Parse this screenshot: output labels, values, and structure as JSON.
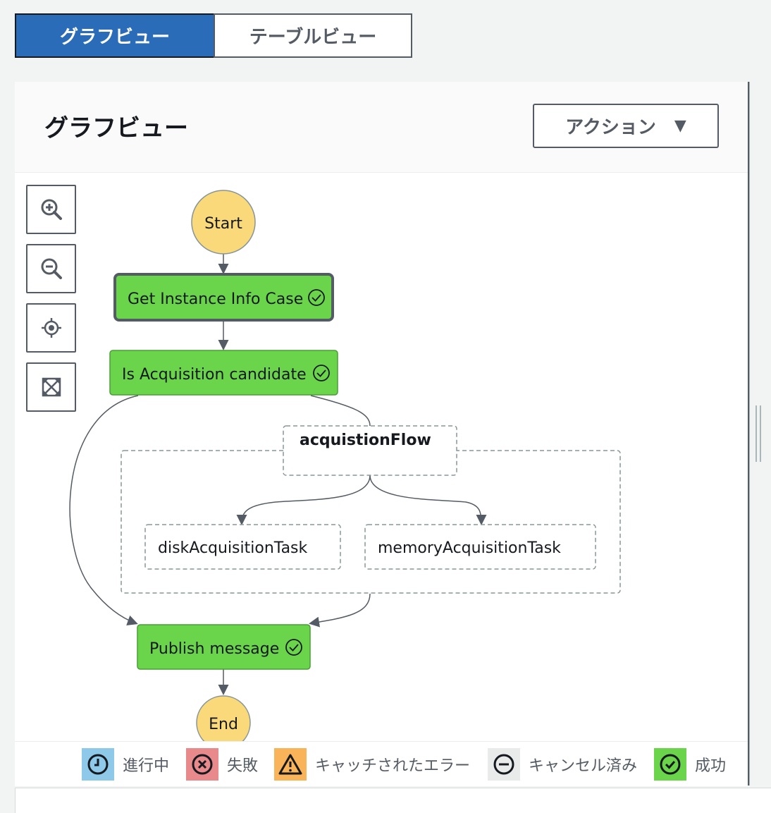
{
  "tabs": [
    {
      "label": "グラフビュー",
      "active": true
    },
    {
      "label": "テーブルビュー",
      "active": false
    }
  ],
  "panel": {
    "title": "グラフビュー",
    "action_label": "アクション"
  },
  "zoom_controls": [
    "zoom-in-icon",
    "zoom-out-icon",
    "center-icon",
    "fit-icon"
  ],
  "graph": {
    "start_label": "Start",
    "end_label": "End",
    "nodes": {
      "get_instance": "Get Instance Info Case",
      "is_acquisition": "Is Acquisition candidate",
      "parallel_group": "acquistionFlow",
      "disk_task": "diskAcquisitionTask",
      "memory_task": "memoryAcquisitionTask",
      "publish": "Publish message"
    }
  },
  "legend": [
    {
      "label": "進行中",
      "icon": "clock-icon",
      "color": "#8ec9e9"
    },
    {
      "label": "失敗",
      "icon": "x-circle-icon",
      "color": "#e8898b"
    },
    {
      "label": "キャッチされたエラー",
      "icon": "warning-icon",
      "color": "#f9b45a"
    },
    {
      "label": "キャンセル済み",
      "icon": "minus-circle-icon",
      "color": "#e9ebeb"
    },
    {
      "label": "成功",
      "icon": "check-circle-icon",
      "color": "#6ad44a"
    }
  ],
  "colors": {
    "success_green": "#6ad44a",
    "terminal_yellow": "#fad97a",
    "tab_active_blue": "#2b6cb8"
  }
}
